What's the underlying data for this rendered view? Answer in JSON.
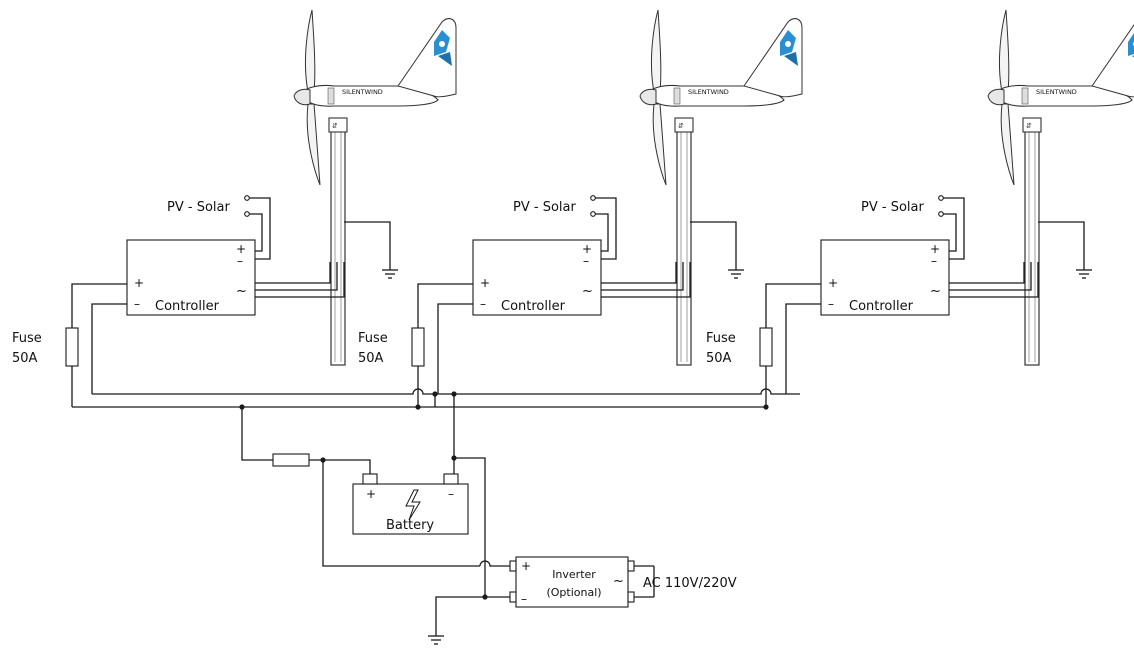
{
  "units": [
    {
      "pv_label": "PV - Solar",
      "controller_label": "Controller",
      "fuse_label_1": "Fuse",
      "fuse_label_2": "50A",
      "brand": "SILENTWIND",
      "plus": "+",
      "minus": "–",
      "ac_symbol": "~"
    },
    {
      "pv_label": "PV - Solar",
      "controller_label": "Controller",
      "fuse_label_1": "Fuse",
      "fuse_label_2": "50A",
      "brand": "SILENTWIND",
      "plus": "+",
      "minus": "–",
      "ac_symbol": "~"
    },
    {
      "pv_label": "PV - Solar",
      "controller_label": "Controller",
      "fuse_label_1": "Fuse",
      "fuse_label_2": "50A",
      "brand": "SILENTWIND",
      "plus": "+",
      "minus": "–",
      "ac_symbol": "~"
    }
  ],
  "battery": {
    "label": "Battery",
    "plus": "+",
    "minus": "–"
  },
  "inverter": {
    "label_1": "Inverter",
    "label_2": "(Optional)",
    "plus": "+",
    "minus": "–",
    "ac_symbol": "~"
  },
  "ac_output": {
    "label": "AC 110V/220V"
  },
  "colors": {
    "brand_blue": "#2a8fd0",
    "wire": "#1a1a1a"
  }
}
